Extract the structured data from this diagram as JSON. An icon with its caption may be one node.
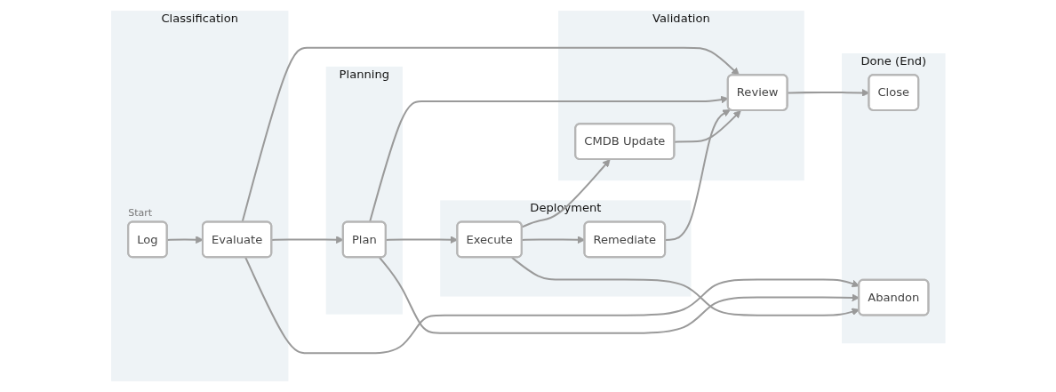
{
  "diagram": {
    "nodes": [
      {
        "text": [
          "Classification"
        ]
      },
      {
        "text": [
          "Log"
        ],
        "in": 0,
        "beside": [
          "Start"
        ]
      },
      {
        "text": [
          "Evaluate"
        ],
        "in": 0
      },
      {
        "text": [
          "Planning"
        ]
      },
      {
        "text": [
          "Plan"
        ],
        "in": 3
      },
      {
        "text": [
          "Deployment"
        ]
      },
      {
        "text": [
          "Execute"
        ],
        "in": 5
      },
      {
        "text": [
          "Remediate"
        ],
        "in": 5
      },
      {
        "text": [
          "Validation"
        ]
      },
      {
        "text": [
          "CMDB Update"
        ],
        "in": 8
      },
      {
        "text": [
          "Review"
        ],
        "in": 8
      },
      {
        "text": [
          "Done (End)"
        ]
      },
      {
        "text": [
          "Close"
        ],
        "in": 11
      },
      {
        "text": [
          "Abandon"
        ],
        "in": 11
      }
    ],
    "edges": [
      {
        "from": 1,
        "to": 2,
        "arrow": "to"
      },
      {
        "from": 2,
        "to": 4,
        "arrow": "to"
      },
      {
        "from": 2,
        "to": 10,
        "arrow": "to"
      },
      {
        "from": 2,
        "to": 13,
        "arrow": "to"
      },
      {
        "from": 4,
        "to": 6,
        "arrow": "to"
      },
      {
        "from": 4,
        "to": 10,
        "arrow": "to"
      },
      {
        "from": 4,
        "to": 13,
        "arrow": "to"
      },
      {
        "from": 6,
        "to": 9,
        "arrow": "to"
      },
      {
        "from": 6,
        "to": 7,
        "arrow": "to"
      },
      {
        "from": 6,
        "to": 13,
        "arrow": "to"
      },
      {
        "from": 7,
        "to": 10,
        "arrow": "to"
      },
      {
        "from": 9,
        "to": 10,
        "arrow": "to"
      },
      {
        "from": 10,
        "to": 12,
        "arrow": "to"
      }
    ]
  }
}
